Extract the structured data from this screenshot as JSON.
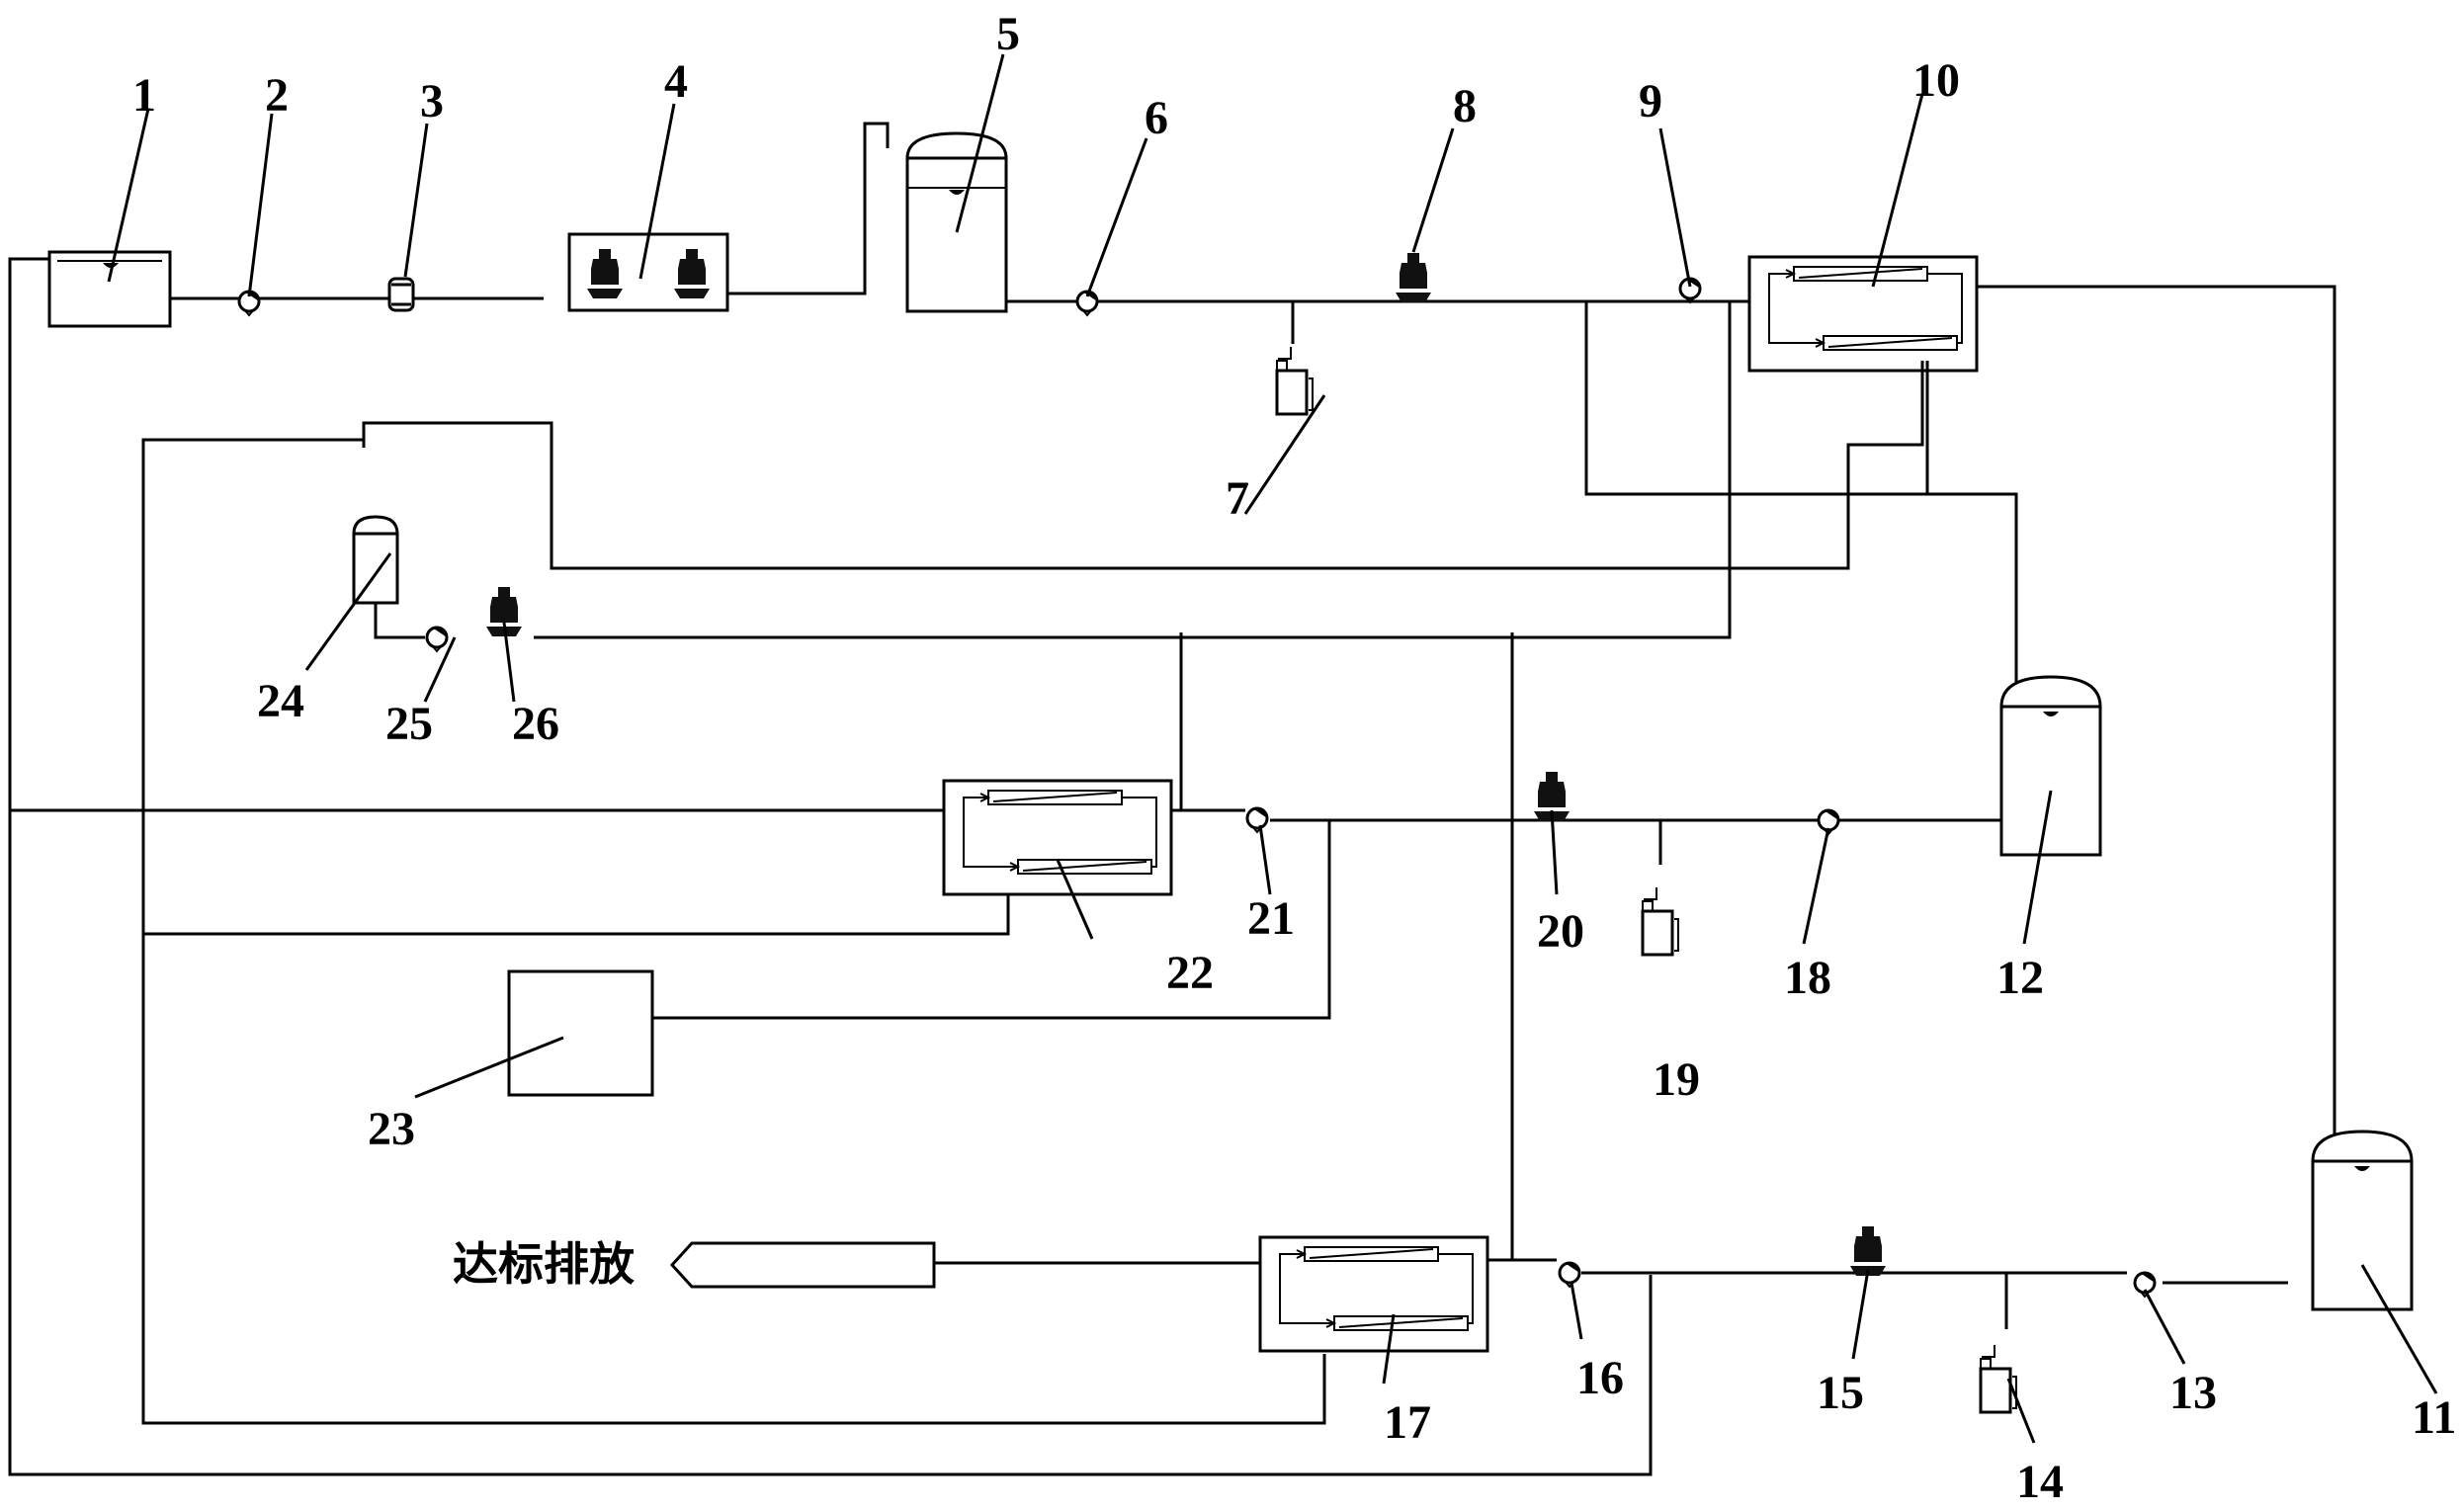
{
  "labels": {
    "l1": "1",
    "l2": "2",
    "l3": "3",
    "l4": "4",
    "l5": "5",
    "l6": "6",
    "l7": "7",
    "l8": "8",
    "l9": "9",
    "l10": "10",
    "l11": "11",
    "l12": "12",
    "l13": "13",
    "l14": "14",
    "l15": "15",
    "l16": "16",
    "l17": "17",
    "l18": "18",
    "l19": "19",
    "l20": "20",
    "l21": "21",
    "l22": "22",
    "l23": "23",
    "l24": "24",
    "l25": "25",
    "l26": "26"
  },
  "discharge_label": "达标排放"
}
